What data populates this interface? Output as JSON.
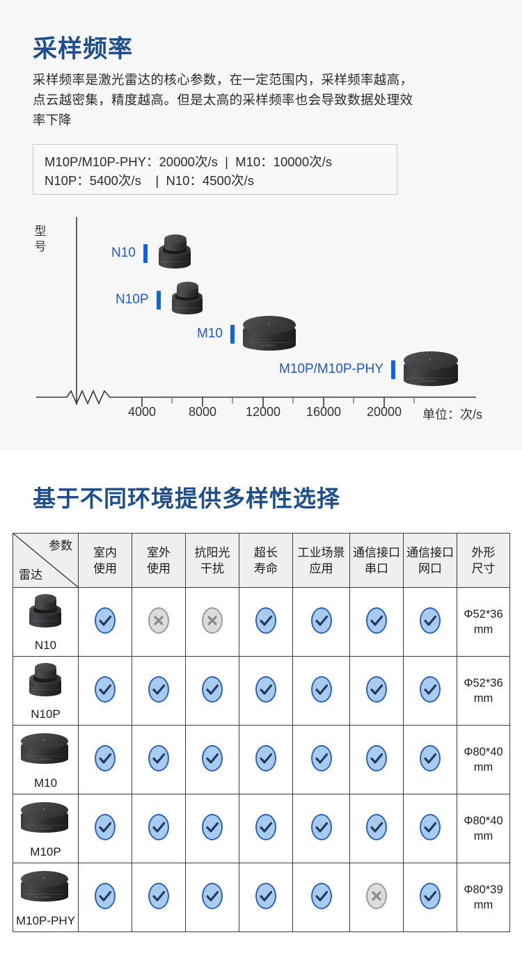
{
  "freq_section": {
    "title": "采样频率",
    "description": "采样频率是激光雷达的核心参数，在一定范围内，采样频率越高，点云越密集，精度越高。但是太高的采样频率也会导致数据处理效率下降",
    "spec_line_1": "M10P/M10P-PHY：20000次/s  |  M10：10000次/s",
    "spec_line_2": "N10P：5400次/s    |  N10：4500次/s",
    "accent_color": "#1f4e8c",
    "label_color": "#2357c6",
    "bar_color": "#1263e0"
  },
  "chart_data": {
    "type": "bar",
    "title": "采样频率",
    "xlabel": "单位：次/s",
    "ylabel": "型号",
    "unit_label": "单位：次/s",
    "y_axis_label": "型号",
    "categories": [
      "N10",
      "N10P",
      "M10",
      "M10P/M10P-PHY"
    ],
    "values": [
      4500,
      5400,
      10000,
      20000
    ],
    "tick_labels": [
      "4000",
      "8000",
      "12000",
      "16000",
      "20000"
    ],
    "tick_values": [
      4000,
      8000,
      12000,
      16000,
      20000
    ],
    "xlim": [
      3000,
      22000
    ],
    "axis_break": true,
    "grid": false,
    "legend": "none",
    "orientation": "horizontal",
    "points": [
      {
        "label": "N10",
        "value": 4500,
        "label_x": 160,
        "row_y": 52
      },
      {
        "label": "N10P",
        "value": 5400,
        "label_x": 166,
        "row_y": 120
      },
      {
        "label": "M10",
        "value": 10000,
        "label_x": 283,
        "row_y": 170
      },
      {
        "label": "M10P/M10P-PHY",
        "value": 20000,
        "label_x": 401,
        "row_y": 221
      }
    ]
  },
  "table_section": {
    "title": "基于不同环境提供多样性选择",
    "corner": {
      "param_label": "参数",
      "radar_label": "雷达"
    },
    "columns": [
      "室内\n使用",
      "室外\n使用",
      "抗阳光\n干扰",
      "超长\n寿命",
      "工业场景\n应用",
      "通信接口\n串口",
      "通信接口\n网口",
      "外形\n尺寸"
    ],
    "column_lines": [
      [
        "室内",
        "使用"
      ],
      [
        "室外",
        "使用"
      ],
      [
        "抗阳光",
        "干扰"
      ],
      [
        "超长",
        "寿命"
      ],
      [
        "工业场景",
        "应用"
      ],
      [
        "通信接口",
        "串口"
      ],
      [
        "通信接口",
        "网口"
      ],
      [
        "外形",
        "尺寸"
      ]
    ],
    "rows": [
      {
        "model": "N10",
        "shape": "two-tier-small",
        "cells": [
          "yes",
          "no",
          "no",
          "yes",
          "yes",
          "yes",
          "yes"
        ],
        "size_line_1": "Φ52*36",
        "size_line_2": "mm"
      },
      {
        "model": "N10P",
        "shape": "two-tier-small",
        "cells": [
          "yes",
          "yes",
          "yes",
          "yes",
          "yes",
          "yes",
          "yes"
        ],
        "size_line_1": "Φ52*36",
        "size_line_2": "mm"
      },
      {
        "model": "M10",
        "shape": "flat-wide",
        "cells": [
          "yes",
          "yes",
          "yes",
          "yes",
          "yes",
          "yes",
          "yes"
        ],
        "size_line_1": "Φ80*40",
        "size_line_2": "mm"
      },
      {
        "model": "M10P",
        "shape": "flat-wide",
        "cells": [
          "yes",
          "yes",
          "yes",
          "yes",
          "yes",
          "yes",
          "yes"
        ],
        "size_line_1": "Φ80*40",
        "size_line_2": "mm"
      },
      {
        "model": "M10P-PHY",
        "shape": "flat-wide",
        "cells": [
          "yes",
          "yes",
          "yes",
          "yes",
          "yes",
          "no",
          "yes"
        ],
        "size_line_1": "Φ80*39",
        "size_line_2": "mm"
      }
    ],
    "mark_yes_color": "#a8cbf0",
    "mark_yes_border": "#2c62b6",
    "mark_no_color": "#dcdcdc",
    "mark_no_border": "#9a9a9a"
  }
}
